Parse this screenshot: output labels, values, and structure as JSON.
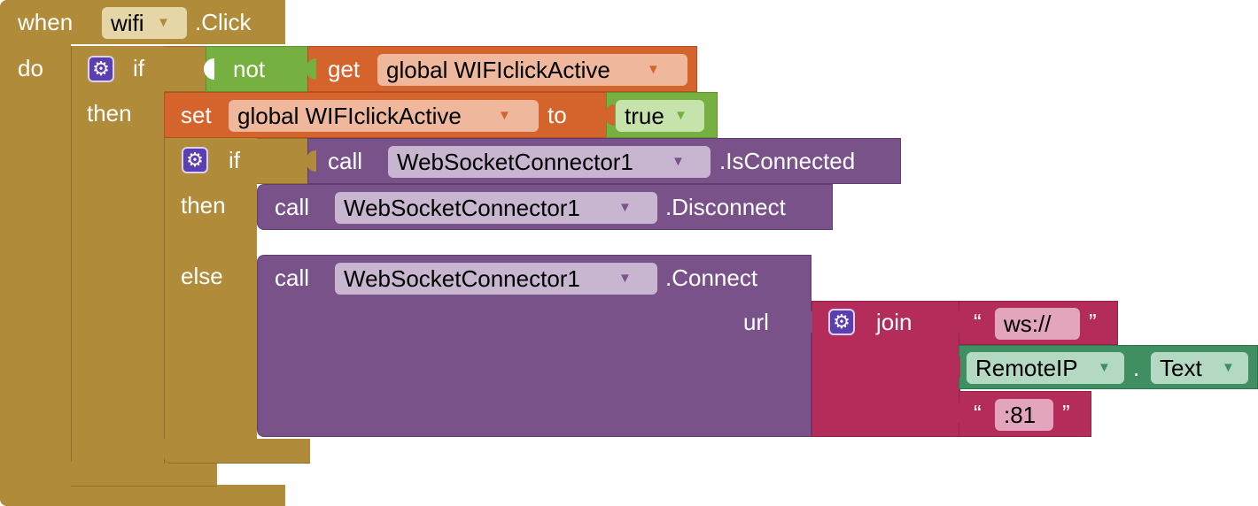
{
  "event": {
    "when": "when",
    "component": "wifi",
    "event": ".Click",
    "do": "do"
  },
  "outer_if": {
    "if": "if",
    "then": "then"
  },
  "not_block": {
    "label": "not"
  },
  "get_block": {
    "label": "get",
    "variable": "global WIFIclickActive"
  },
  "set_block": {
    "label": "set",
    "variable": "global WIFIclickActive",
    "to": "to"
  },
  "true_block": {
    "value": "true"
  },
  "inner_if": {
    "if": "if",
    "then": "then",
    "else": "else"
  },
  "isconnected_call": {
    "call": "call",
    "component": "WebSocketConnector1",
    "method": ".IsConnected"
  },
  "disconnect_call": {
    "call": "call",
    "component": "WebSocketConnector1",
    "method": ".Disconnect"
  },
  "connect_call": {
    "call": "call",
    "component": "WebSocketConnector1",
    "method": ".Connect",
    "url_label": "url"
  },
  "join_block": {
    "label": "join"
  },
  "text_ws": {
    "open_quote": "“",
    "value": "ws://",
    "close_quote": "”"
  },
  "remoteip_block": {
    "component": "RemoteIP",
    "dot": ".",
    "property": "Text"
  },
  "text_port": {
    "open_quote": "“",
    "value": ":81",
    "close_quote": "”"
  },
  "colors": {
    "control": "#b08b3a",
    "logic": "#76b040",
    "variable": "#d4642b",
    "component": "#7a528a",
    "text": "#b42c5a",
    "component_property": "#3f8f62"
  }
}
